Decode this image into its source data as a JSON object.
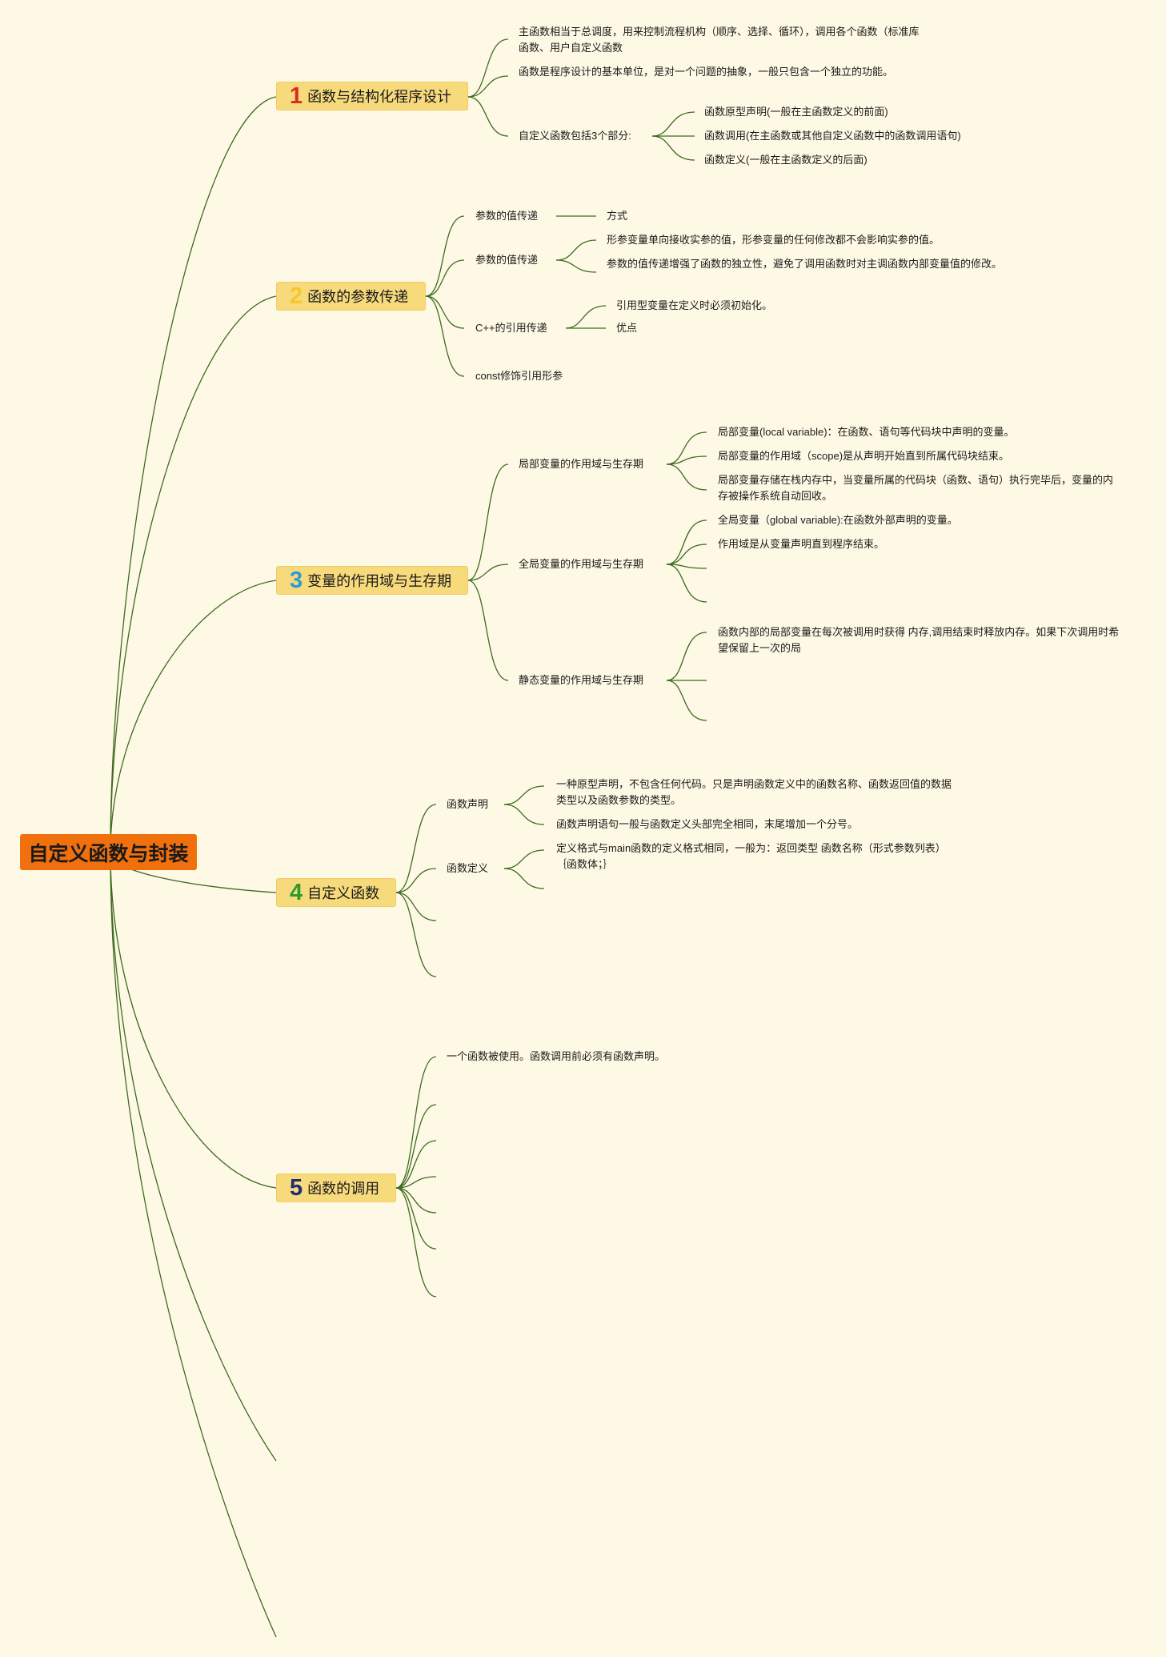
{
  "root": {
    "label": "自定义函数与封装"
  },
  "topics": {
    "t1": {
      "num": "1",
      "num_color": "#d62d20",
      "label": "函数与结构化程序设计",
      "children": [
        "主函数相当于总调度，用来控制流程机构（顺序、选择、循环），调用各个函数（标准库函数、用户自定义函数",
        "函数是程序设计的基本单位，是对一个问题的抽象，一般只包含一个独立的功能。",
        "自定义函数包括3个部分:"
      ],
      "parts": [
        "函数原型声明(一般在主函数定义的前面)",
        "函数调用(在主函数或其他自定义函数中的函数调用语句)",
        "函数定义(一般在主函数定义的后面)"
      ]
    },
    "t2": {
      "num": "2",
      "num_color": "#f6c62b",
      "label": "函数的参数传递",
      "children": [
        "参数的值传递",
        "参数的值传递",
        "C++的引用传递",
        "const修饰引用形参"
      ],
      "a_children": [
        "方式"
      ],
      "b_children": [
        "形参变量单向接收实参的值，形参变量的任何修改都不会影响实参的值。",
        "参数的值传递增强了函数的独立性，避免了调用函数时对主调函数内部变量值的修改。"
      ],
      "c_children": [
        "引用型变量在定义时必须初始化。",
        "优点"
      ]
    },
    "t3": {
      "num": "3",
      "num_color": "#2b9bd4",
      "label": "变量的作用域与生存期",
      "children": [
        "局部变量的作用域与生存期",
        "全局变量的作用域与生存期",
        "静态变量的作用域与生存期"
      ],
      "local_children": [
        "局部变量(local variable)：在函数、语句等代码块中声明的变量。",
        "局部变量的作用域（scope)是从声明开始直到所属代码块结束。",
        "局部变量存储在栈内存中，当变量所属的代码块（函数、语句）执行完毕后，变量的内存被操作系统自动回收。"
      ],
      "global_children": [
        "全局变量（global variable):在函数外部声明的变量。",
        "作用域是从变量声明直到程序结束。"
      ],
      "static_children": [
        "函数内部的局部变量在每次被调用时获得 内存,调用结束时释放内存。如果下次调用时希望保留上一次的局"
      ]
    },
    "t4": {
      "num": "4",
      "num_color": "#2e9b2e",
      "label": "自定义函数",
      "children": [
        "函数声明",
        "函数定义"
      ],
      "decl_children": [
        "一种原型声明，不包含任何代码。只是声明函数定义中的函数名称、函数返回值的数据类型以及函数参数的类型。",
        "函数声明语句一般与函数定义头部完全相同，末尾增加一个分号。"
      ],
      "def_children": [
        "定义格式与main函数的定义格式相同，一般为：返回类型 函数名称（形式参数列表）｛函数体；｝"
      ]
    },
    "t5": {
      "num": "5",
      "num_color": "#1c2d7a",
      "label": "函数的调用",
      "children": [
        "一个函数被使用。函数调用前必须有函数声明。"
      ]
    }
  }
}
